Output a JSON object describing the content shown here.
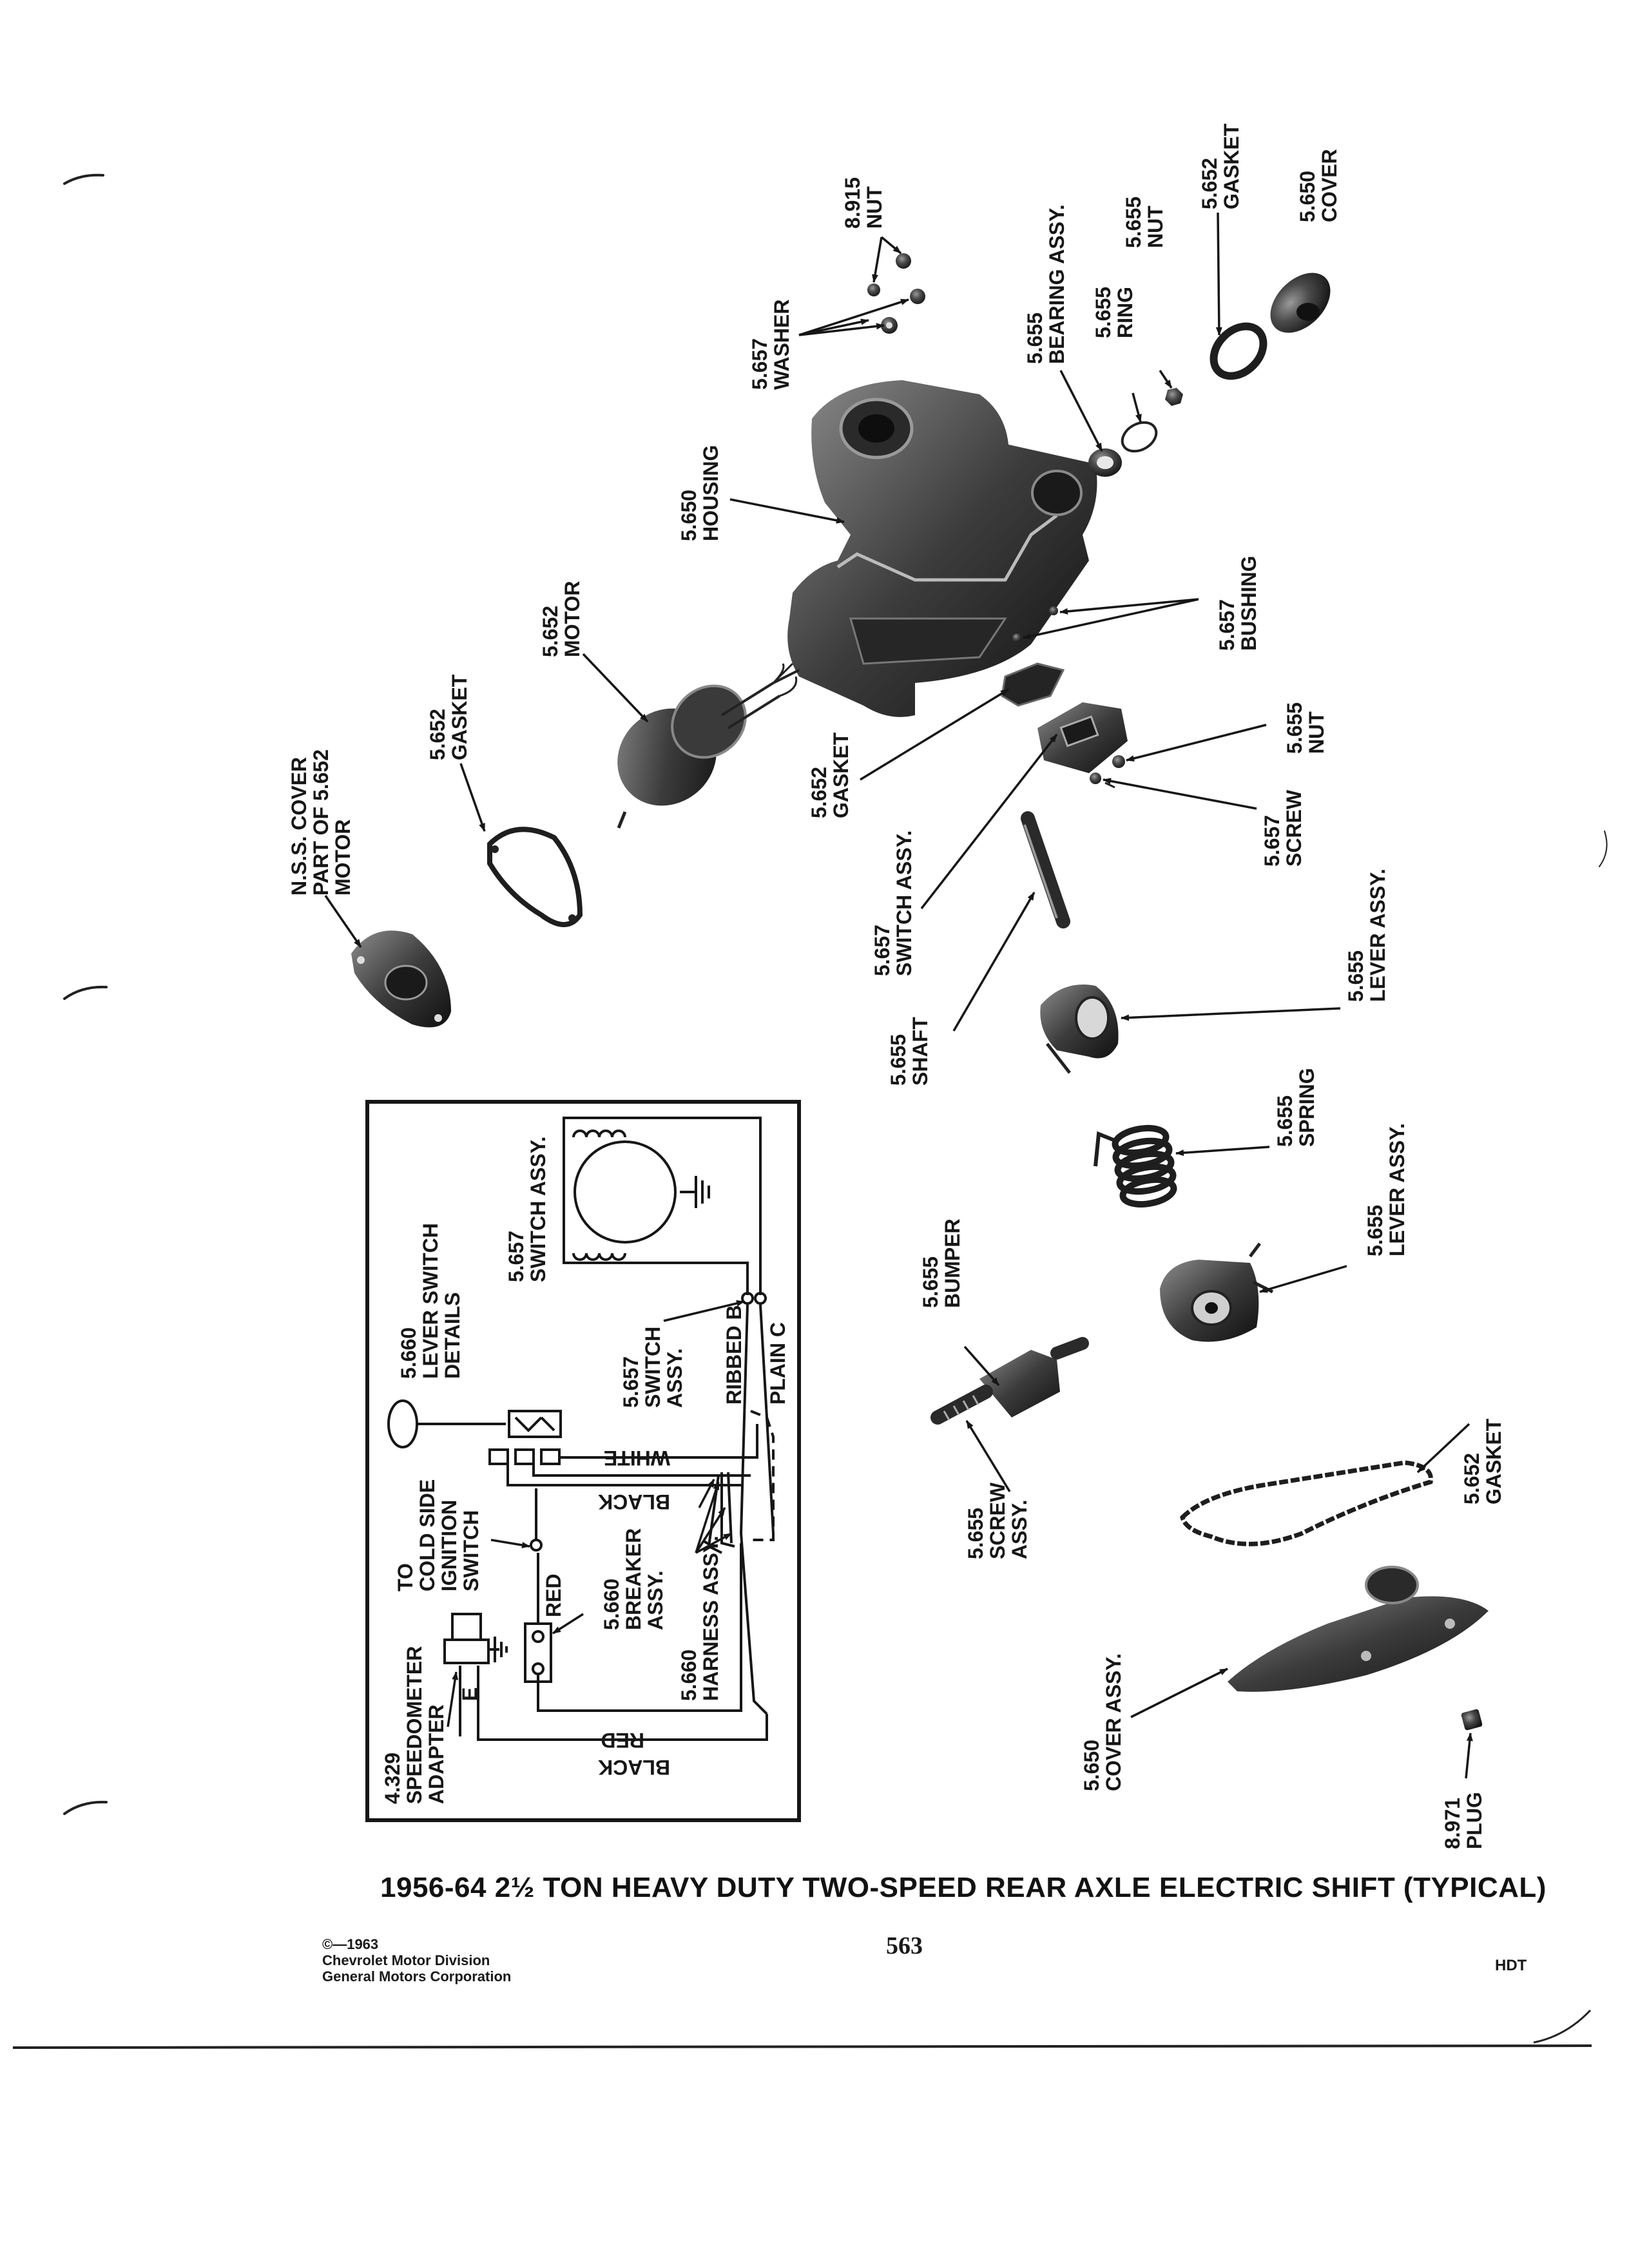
{
  "diagram": {
    "caption": "1956-64 2½ TON HEAVY DUTY TWO-SPEED REAR AXLE ELECTRIC SHIFT (TYPICAL)",
    "page_number": "563",
    "section_code": "HDT",
    "copyright": [
      "©—1963",
      "Chevrolet Motor Division",
      "General Motors Corporation"
    ],
    "parts": {
      "nut_8915": [
        "8.915",
        "NUT"
      ],
      "washer_5657": [
        "5.657",
        "WASHER"
      ],
      "bearing_5655": [
        "5.655",
        "BEARING ASSY."
      ],
      "ring_5655": [
        "5.655",
        "RING"
      ],
      "nut_5655_top": [
        "5.655",
        "NUT"
      ],
      "gasket_5652_top": [
        "5.652",
        "GASKET"
      ],
      "cover_5650_top": [
        "5.650",
        "COVER"
      ],
      "housing_5650": [
        "5.650",
        "HOUSING"
      ],
      "bushing_5657": [
        "5.657",
        "BUSHING"
      ],
      "motor_5652": [
        "5.652",
        "MOTOR"
      ],
      "gasket_5652_motor": [
        "5.652",
        "GASKET"
      ],
      "nss_cover": [
        "N.S.S. COVER",
        "PART OF 5.652",
        "MOTOR"
      ],
      "gasket_5652_switch": [
        "5.652",
        "GASKET"
      ],
      "nut_5655_mid": [
        "5.655",
        "NUT"
      ],
      "screw_5657": [
        "5.657",
        "SCREW"
      ],
      "switch_5657": [
        "5.657",
        "SWITCH ASSY."
      ],
      "shaft_5655": [
        "5.655",
        "SHAFT"
      ],
      "lever_5655_a": [
        "5.655",
        "LEVER ASSY."
      ],
      "spring_5655": [
        "5.655",
        "SPRING"
      ],
      "lever_5655_b": [
        "5.655",
        "LEVER ASSY."
      ],
      "bumper_5655": [
        "5.655",
        "BUMPER"
      ],
      "screw_5655": [
        "5.655",
        "SCREW",
        "ASSY."
      ],
      "gasket_5652_bottom": [
        "5.652",
        "GASKET"
      ],
      "cover_5650_bottom": [
        "5.650",
        "COVER ASSY."
      ],
      "plug_8971": [
        "8.971",
        "PLUG"
      ]
    },
    "wiring": {
      "switch_top": [
        "5.657",
        "SWITCH ASSY."
      ],
      "lever_switch": [
        "5.660",
        "LEVER SWITCH",
        "DETAILS"
      ],
      "switch_mid": [
        "5.657",
        "SWITCH",
        "ASSY."
      ],
      "ribbed": "RIBBED B",
      "plain": "PLAIN C",
      "white": "WHITE",
      "black_upper": "BLACK",
      "ignition": [
        "TO",
        "COLD SIDE",
        "IGNITION",
        "SWITCH"
      ],
      "breaker": [
        "5.660",
        "BREAKER",
        "ASSY."
      ],
      "harness": [
        "5.660",
        "HARNESS ASSY."
      ],
      "red_upper": "RED",
      "red_lower": "RED",
      "black_lower": "BLACK",
      "speedometer": [
        "4.329",
        "SPEEDOMETER",
        "ADAPTER"
      ],
      "terminal_e": "E"
    }
  }
}
